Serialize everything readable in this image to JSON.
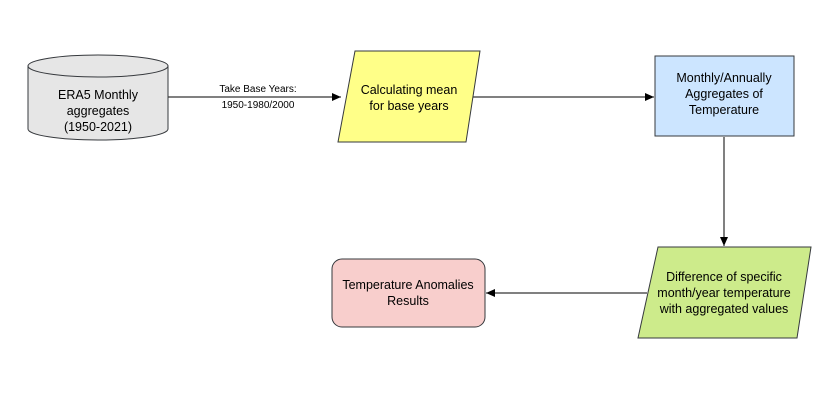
{
  "colors": {
    "database_fill": "#e6e6e6",
    "parallelogram_yellow": "#ffff88",
    "process_blue": "#cce5ff",
    "parallelogram_green": "#cdeb8b",
    "result_pink": "#f8cecc",
    "stroke": "#36393d",
    "arrow": "#000000"
  },
  "nodes": {
    "source": {
      "lines": [
        "ERA5 Monthly",
        "aggregates",
        "(1950-2021)"
      ]
    },
    "mean": {
      "lines": [
        "Calculating mean",
        "for base years"
      ]
    },
    "aggregates": {
      "lines": [
        "Monthly/Annually",
        "Aggregates of",
        "Temperature"
      ]
    },
    "difference": {
      "lines": [
        "Difference of specific",
        "month/year temperature",
        "with aggregated values"
      ]
    },
    "result": {
      "lines": [
        "Temperature Anomalies",
        "Results"
      ]
    }
  },
  "edges": {
    "source_to_mean": {
      "label_lines": [
        "Take Base Years:",
        "1950-1980/2000"
      ]
    }
  }
}
